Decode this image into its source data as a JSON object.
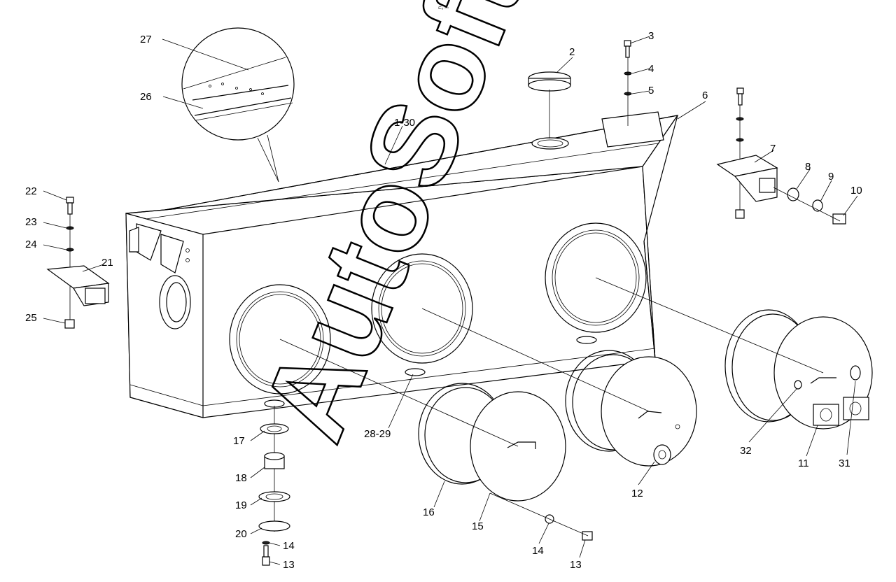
{
  "top_mark": "⊏ₒ ▫▫▫",
  "watermark": "AutoSoft",
  "callouts": [
    {
      "id": "c27",
      "text": "27"
    },
    {
      "id": "c26",
      "text": "26"
    },
    {
      "id": "c1-30",
      "text": "1-30"
    },
    {
      "id": "c2",
      "text": "2"
    },
    {
      "id": "c3",
      "text": "3"
    },
    {
      "id": "c4",
      "text": "4"
    },
    {
      "id": "c5",
      "text": "5"
    },
    {
      "id": "c6",
      "text": "6"
    },
    {
      "id": "c7",
      "text": "7"
    },
    {
      "id": "c8",
      "text": "8"
    },
    {
      "id": "c9",
      "text": "9"
    },
    {
      "id": "c10",
      "text": "10"
    },
    {
      "id": "c22",
      "text": "22"
    },
    {
      "id": "c23",
      "text": "23"
    },
    {
      "id": "c24",
      "text": "24"
    },
    {
      "id": "c21",
      "text": "21"
    },
    {
      "id": "c25",
      "text": "25"
    },
    {
      "id": "c17",
      "text": "17"
    },
    {
      "id": "c18",
      "text": "18"
    },
    {
      "id": "c19",
      "text": "19"
    },
    {
      "id": "c20",
      "text": "20"
    },
    {
      "id": "c14a",
      "text": "14"
    },
    {
      "id": "c13a",
      "text": "13"
    },
    {
      "id": "c28-29",
      "text": "28-29"
    },
    {
      "id": "c16",
      "text": "16"
    },
    {
      "id": "c15",
      "text": "15"
    },
    {
      "id": "c14b",
      "text": "14"
    },
    {
      "id": "c13b",
      "text": "13"
    },
    {
      "id": "c12",
      "text": "12"
    },
    {
      "id": "c32",
      "text": "32"
    },
    {
      "id": "c11",
      "text": "11"
    },
    {
      "id": "c31",
      "text": "31"
    }
  ]
}
